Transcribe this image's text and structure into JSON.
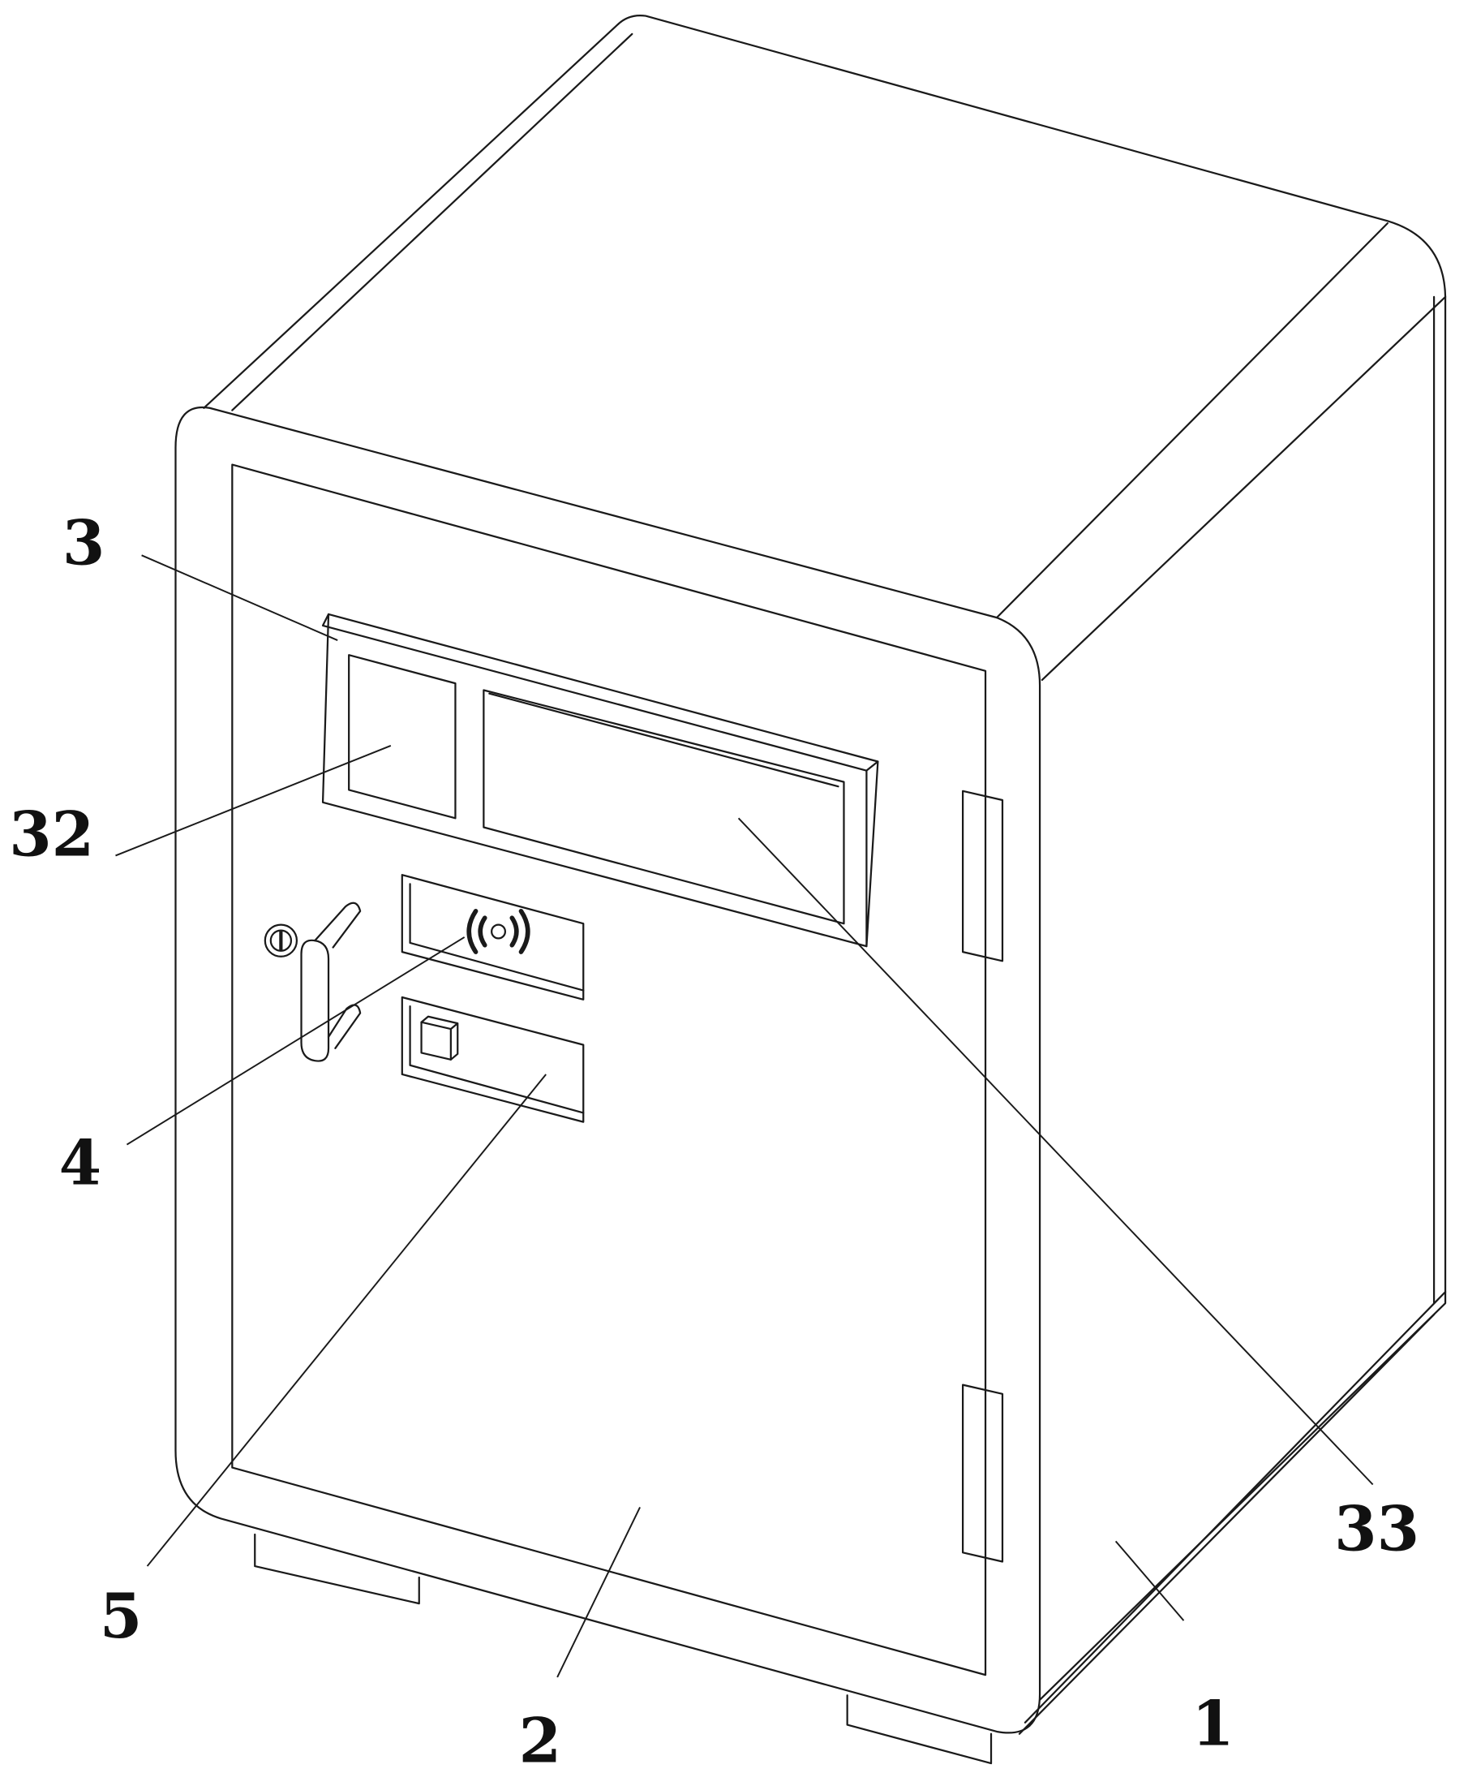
{
  "figure": {
    "subject": "safe",
    "labels": {
      "body": "1",
      "door": "2",
      "panel": "3",
      "card_reader": "4",
      "fingerprint_module": "5",
      "keypad_area": "32",
      "display_screen": "33"
    }
  }
}
